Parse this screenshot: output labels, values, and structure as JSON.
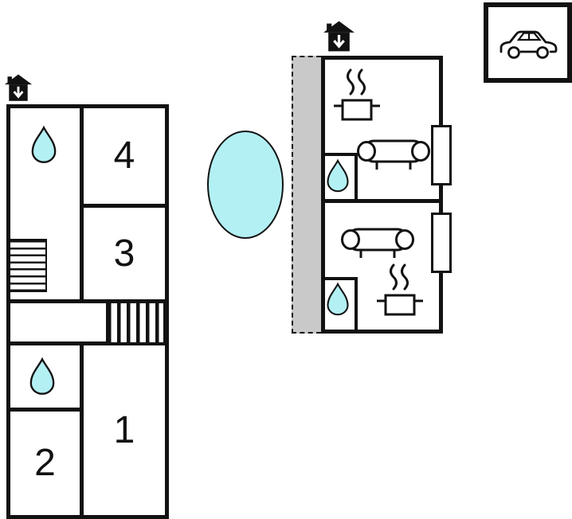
{
  "colors": {
    "wall": "#121212",
    "water": "#b3f0f4",
    "terrace_fill": "#c9c9c9",
    "background": "#ffffff"
  },
  "left_building": {
    "rooms": {
      "r1": "1",
      "r2": "2",
      "r3": "3",
      "r4": "4"
    },
    "features": {
      "entrance": "entrance-icon",
      "bath_upper": "water-drop-icon",
      "bath_lower": "water-drop-icon",
      "staircase": "stairs-icon",
      "stair_hatch": "hatched-stairs-icon"
    }
  },
  "right_building": {
    "features": {
      "entrance": "entrance-icon",
      "stove_upper": "cooking-pot-steam-icon",
      "sofa_upper": "sofa-icon",
      "bath_upper": "water-drop-icon",
      "sofa_lower": "sofa-icon",
      "stove_lower": "cooking-pot-steam-icon",
      "bath_lower": "water-drop-icon",
      "terrace": "terrace-strip",
      "windows": [
        "window",
        "window"
      ]
    }
  },
  "site": {
    "pool": "pool-icon",
    "parking": "car-icon"
  }
}
